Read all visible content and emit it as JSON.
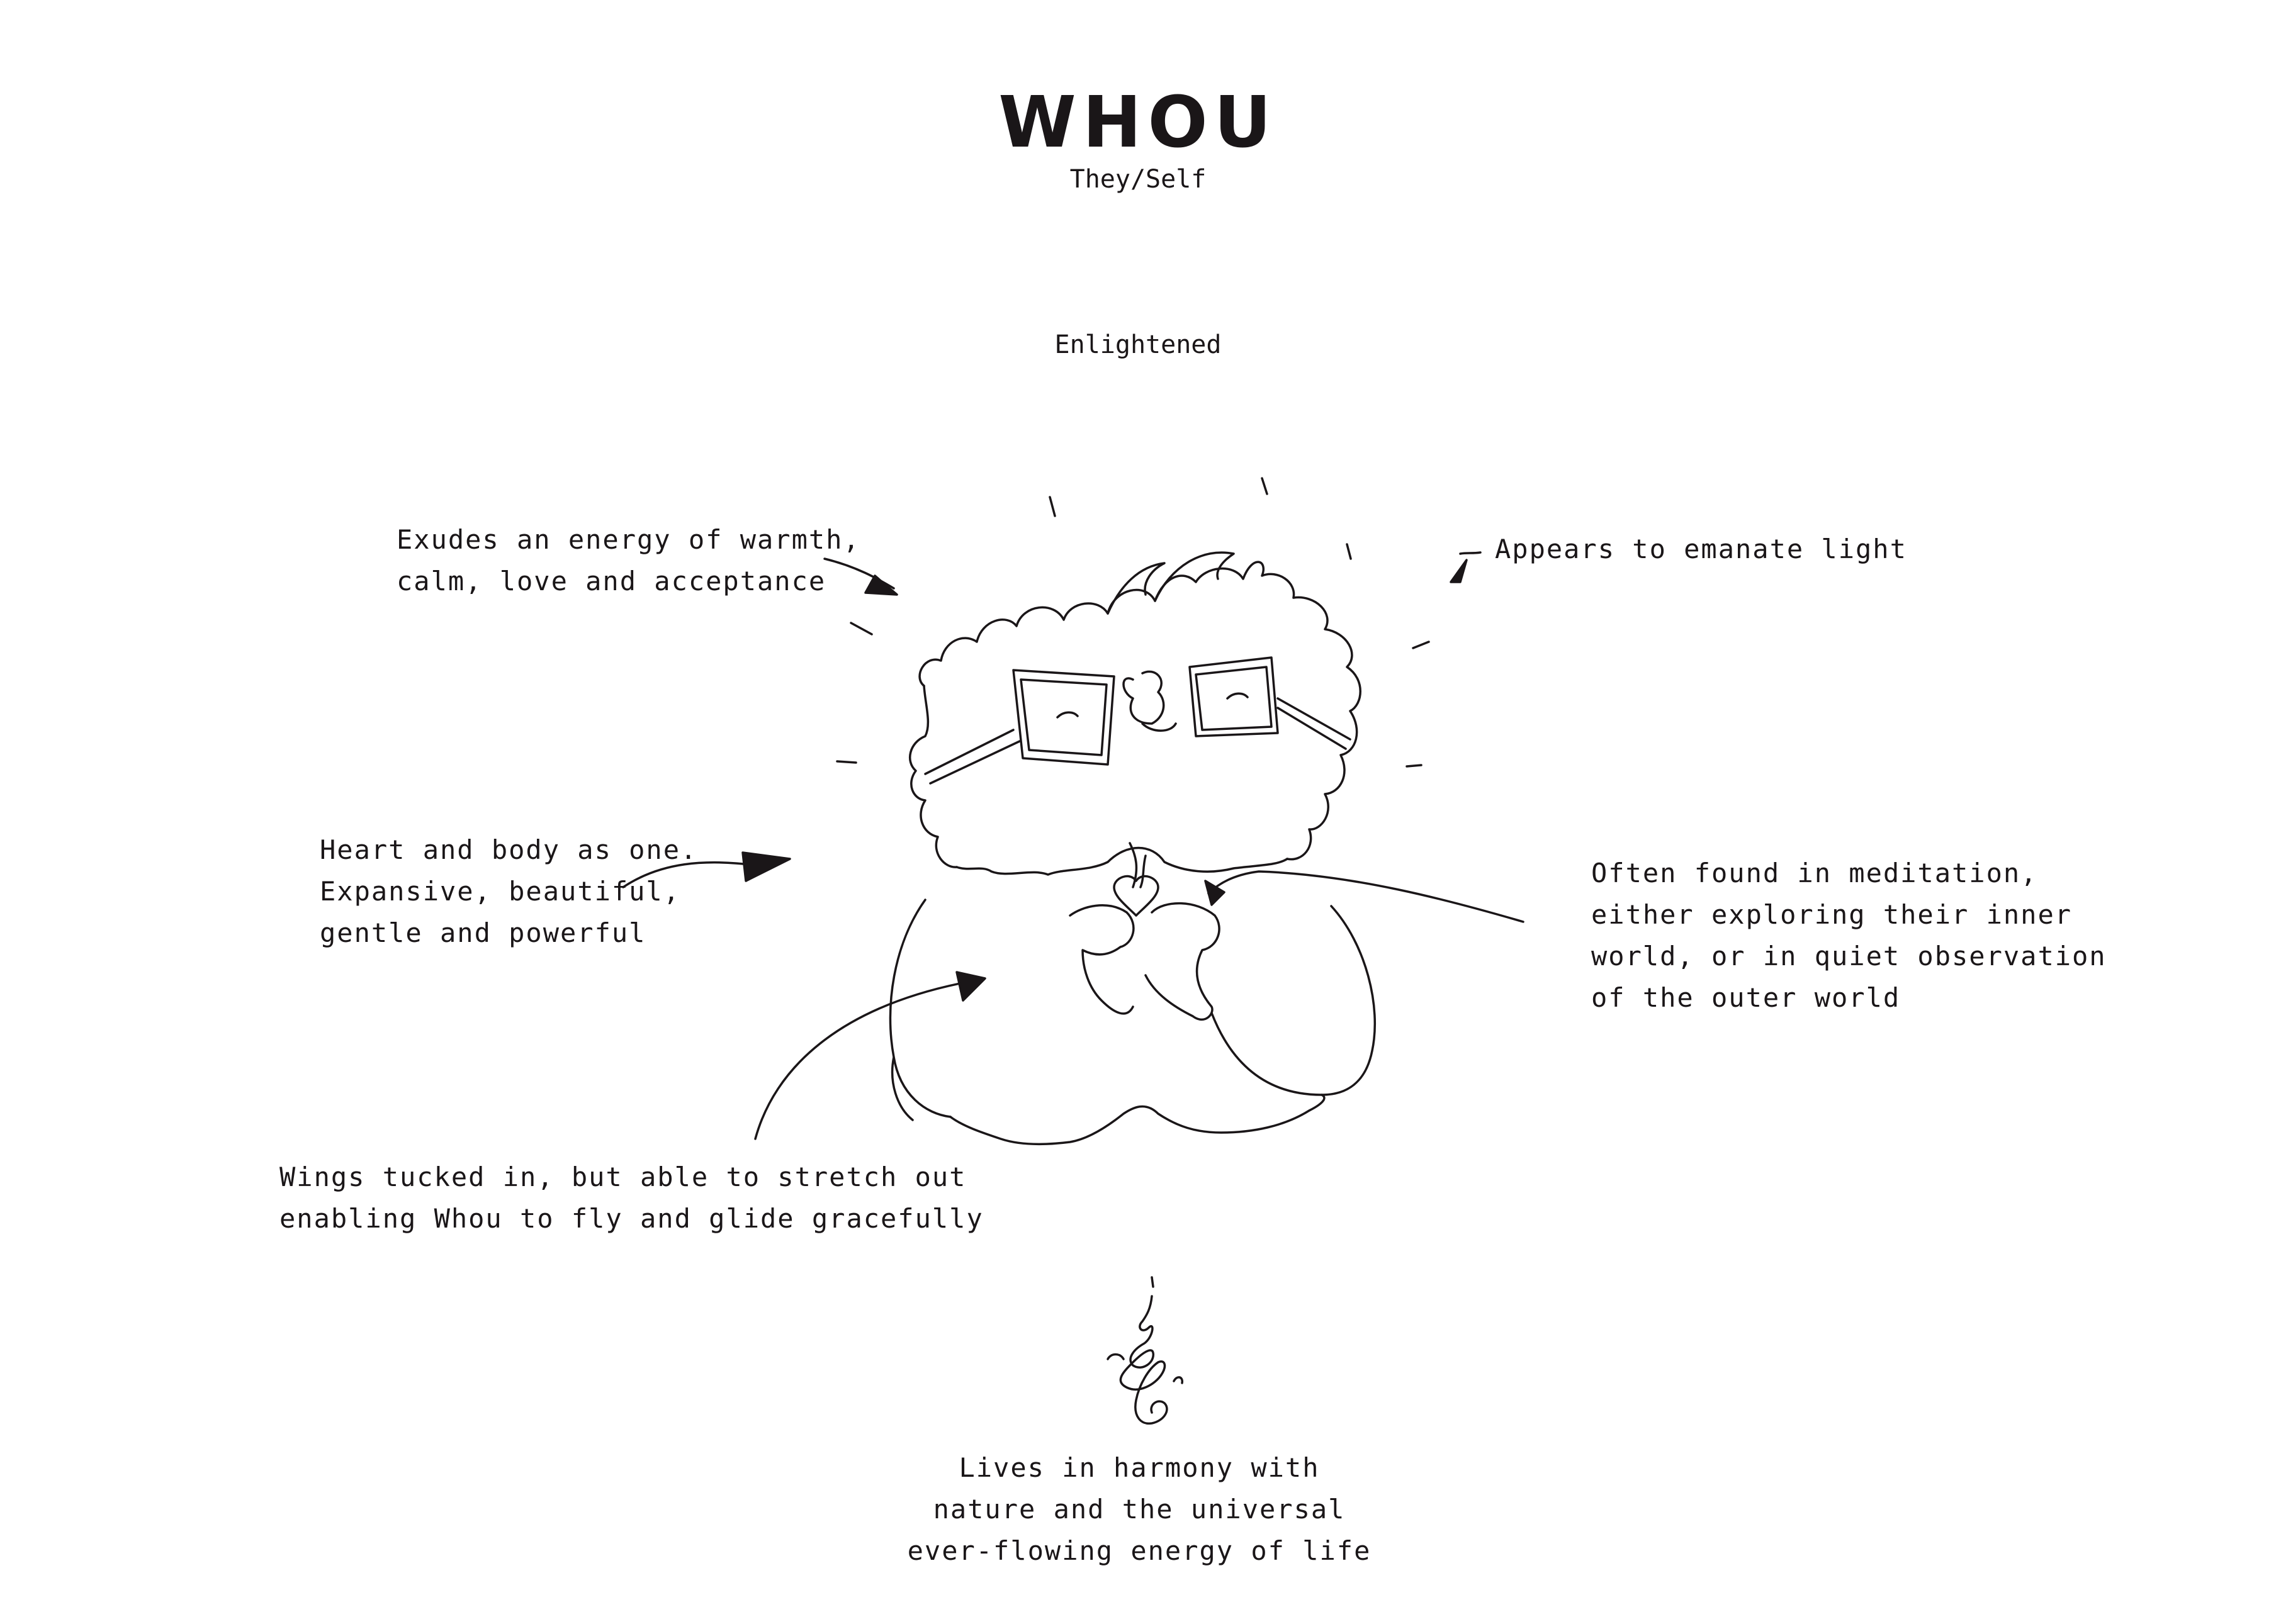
{
  "title": "WHOU",
  "pronouns": "They/Self",
  "state": "Enlightened",
  "annotations": {
    "warmth": "Exudes an energy of warmth,\ncalm, love and acceptance",
    "light": "Appears to emanate light",
    "heart": "Heart and body as one.\nExpansive, beautiful,\ngentle and powerful",
    "meditation": "Often found in meditation,\neither exploring their inner\nworld, or in quiet observation\nof the outer world",
    "wings": "Wings tucked in, but able to stretch out\nenabling Whou to fly and glide gracefully",
    "harmony": "Lives in harmony with\nnature and the universal\never-flowing energy of life"
  },
  "colors": {
    "ink": "#1a1618",
    "background": "#ffffff"
  },
  "icons": {
    "character": "whou-owl-drawing",
    "symbol": "unalome-symbol"
  }
}
